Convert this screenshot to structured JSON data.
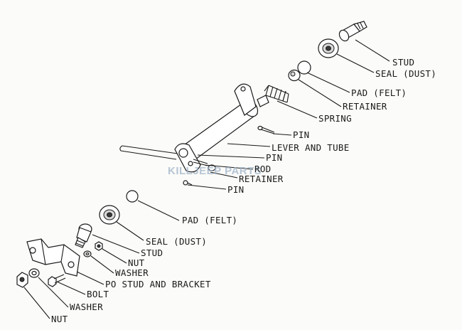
{
  "watermark": "KILLJEEP PARTS",
  "labels": {
    "stud_top": "STUD",
    "seal_dust_top": "SEAL (DUST)",
    "pad_felt_top": "PAD (FELT)",
    "retainer_top": "RETAINER",
    "spring": "SPRING",
    "pin_upper": "PIN",
    "lever_and_tube": "LEVER AND TUBE",
    "pin_mid": "PIN",
    "rod": "ROD",
    "retainer_mid": "RETAINER",
    "pin_lower": "PIN",
    "pad_felt_lower": "PAD (FELT)",
    "seal_dust_lower": "SEAL (DUST)",
    "stud_lower": "STUD",
    "nut_small": "NUT",
    "washer_small": "WASHER",
    "stud_and_bracket": "PO STUD AND BRACKET",
    "bolt": "BOLT",
    "washer_bottom": "WASHER",
    "nut_bottom": "NUT"
  }
}
